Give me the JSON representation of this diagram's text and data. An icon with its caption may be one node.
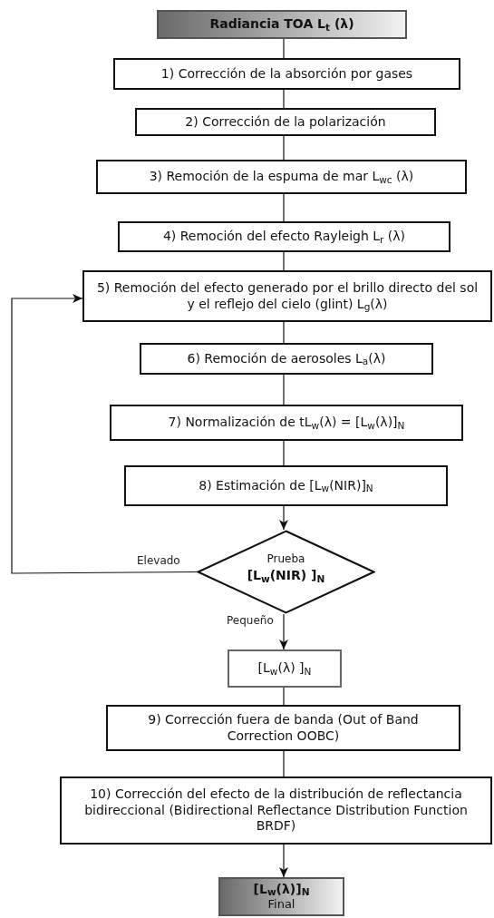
{
  "diagram": {
    "nodes": [
      {
        "text": [
          "Radiancia TOA  L$_{t}$ (λ)"
        ]
      },
      {
        "text": [
          "1) Corrección de la absorción por gases"
        ]
      },
      {
        "text": [
          "2) Corrección de la polarización"
        ]
      },
      {
        "text": [
          "3) Remoción de la espuma de mar L$_{wc}$ (λ)"
        ]
      },
      {
        "text": [
          "4) Remoción del efecto Rayleigh L$_{r}$ (λ)"
        ]
      },
      {
        "text": [
          "5) Remoción del efecto generado por el brillo directo del sol y el reflejo del cielo (glint) L$_{g}$(λ)"
        ]
      },
      {
        "text": [
          "6) Remoción de aerosoles L$_{a}$(λ)"
        ]
      },
      {
        "text": [
          "7) Normalización de tL$_{w}$(λ) = [L$_{w}$(λ)]$_{N}$"
        ]
      },
      {
        "text": [
          "8) Estimación de [L$_{w}$(NIR)]$_{N}$"
        ]
      },
      {
        "text": [
          "Prueba",
          "[L$_{w}$(NIR) ]$_{N}$"
        ]
      },
      {
        "text": [
          "[L$_{w}$(λ) ]$_{N}$"
        ]
      },
      {
        "text": [
          "9) Corrección fuera de banda (Out of Band Correction OOBC)"
        ]
      },
      {
        "text": [
          "10) Corrección del efecto de la distribución de reflectancia bidireccional (Bidirectional Reflectance Distribution Function BRDF)"
        ]
      },
      {
        "text": [
          "[L$_{w}$(λ)]$_{N}$",
          "Final"
        ]
      }
    ],
    "edges": [
      {
        "from": 0,
        "to": 1,
        "arrow": "none"
      },
      {
        "from": 1,
        "to": 2,
        "arrow": "none"
      },
      {
        "from": 2,
        "to": 3,
        "arrow": "none"
      },
      {
        "from": 3,
        "to": 4,
        "arrow": "none"
      },
      {
        "from": 4,
        "to": 5,
        "arrow": "none"
      },
      {
        "from": 5,
        "to": 6,
        "arrow": "none"
      },
      {
        "from": 6,
        "to": 7,
        "arrow": "none"
      },
      {
        "from": 7,
        "to": 8,
        "arrow": "none"
      },
      {
        "from": 8,
        "to": 9,
        "arrow": "to"
      },
      {
        "from": 9,
        "to": 5,
        "arrow": "to",
        "label": "Elevado"
      },
      {
        "from": 9,
        "to": 10,
        "arrow": "to",
        "label": "Pequeño"
      },
      {
        "from": 10,
        "to": 11,
        "arrow": "none"
      },
      {
        "from": 11,
        "to": 12,
        "arrow": "none"
      },
      {
        "from": 12,
        "to": 13,
        "arrow": "to"
      }
    ]
  }
}
